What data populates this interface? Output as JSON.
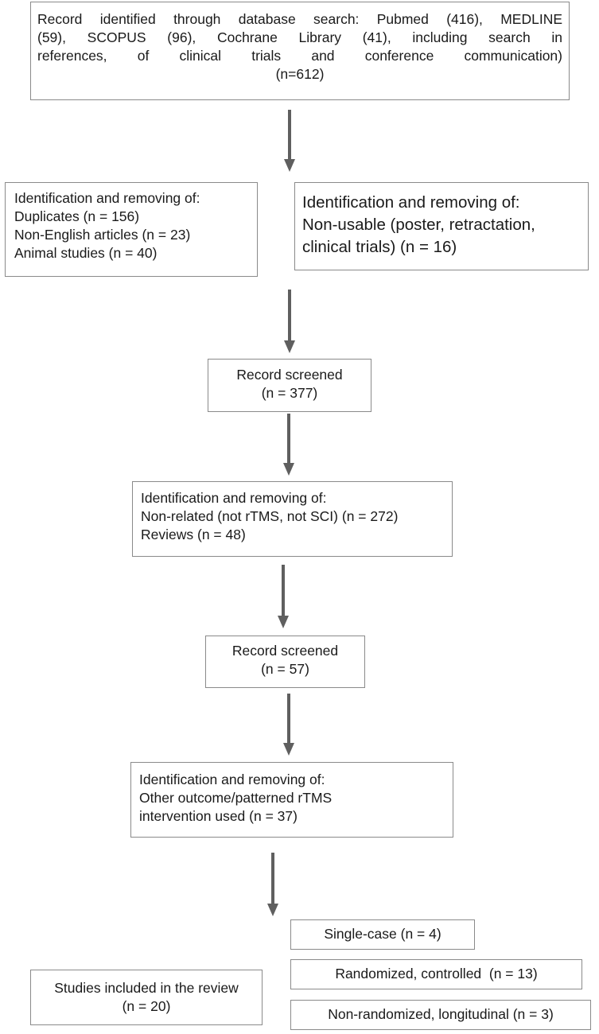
{
  "flow": {
    "search": {
      "lines": [
        "Record identified through database search: Pubmed (416), MEDLINE",
        "(59), SCOPUS (96), Cochrane Library (41), including search in",
        "references, of clinical trials and conference communication)",
        "(n=612)"
      ]
    },
    "removal1": {
      "lines": [
        "Identification and removing of:",
        "Duplicates (n = 156)",
        "Non-English articles (n = 23)",
        "Animal studies (n = 40)"
      ]
    },
    "removal2": {
      "lines": [
        "Identification and removing of:",
        "Non-usable (poster, retractation,",
        "clinical trials) (n = 16)"
      ]
    },
    "screened1": {
      "lines": [
        "Record screened",
        "(n = 377)"
      ]
    },
    "removal3": {
      "lines": [
        "Identification and removing of:",
        "Non-related (not rTMS, not SCI) (n = 272)",
        "Reviews (n = 48)"
      ]
    },
    "screened2": {
      "lines": [
        "Record screened",
        "(n = 57)"
      ]
    },
    "removal4": {
      "lines": [
        "Identification and removing of:",
        "Other outcome/patterned rTMS",
        "intervention used (n = 37)"
      ]
    },
    "included": {
      "lines": [
        "Studies included in the review",
        "(n = 20)"
      ]
    },
    "single_case": {
      "label": "Single-case (n = 4)"
    },
    "randomized": {
      "label": "Randomized, controlled  (n = 13)"
    },
    "non_randomized": {
      "label": "Non-randomized, longitudinal (n = 3)"
    }
  },
  "colors": {
    "border": "#8a8a8a",
    "arrow": "#5f5f5f",
    "text": "#1a1a1a"
  }
}
